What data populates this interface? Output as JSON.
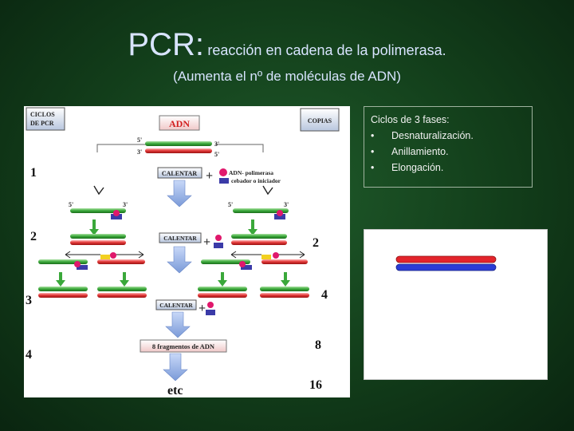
{
  "title": {
    "main": "PCR:",
    "rest": "reacción en cadena de la polimerasa.",
    "subtitle": "(Aumenta el nº de moléculas de ADN)"
  },
  "diagram": {
    "ciclos_line1": "CICLOS",
    "ciclos_line2": "DE PCR",
    "adn": "ADN",
    "copias": "COPIAS",
    "calentar": "CALENTAR",
    "legend_polimerasa": "ADN- polimerasa",
    "legend_cebador": "cebador o iniciador",
    "end_5": "5'",
    "end_3": "3'",
    "cycles": [
      "1",
      "2",
      "3",
      "4"
    ],
    "copies": [
      "2",
      "4",
      "8",
      "16"
    ],
    "fragments": "8 fragmentos de ADN",
    "etc": "etc",
    "plus": "+"
  },
  "info": {
    "heading": "Ciclos de 3 fases:",
    "bullet": "•",
    "items": [
      "Desnaturalización.",
      "Anillamiento.",
      "Elongación."
    ]
  },
  "colors": {
    "strand_green": "#3aa83a",
    "strand_red": "#e03434",
    "polymerase": "#e0186c",
    "primer": "#3b3ba8",
    "label_red": "#d21f1f",
    "anim_red": "#e3242b",
    "anim_blue": "#2a3cd6"
  }
}
